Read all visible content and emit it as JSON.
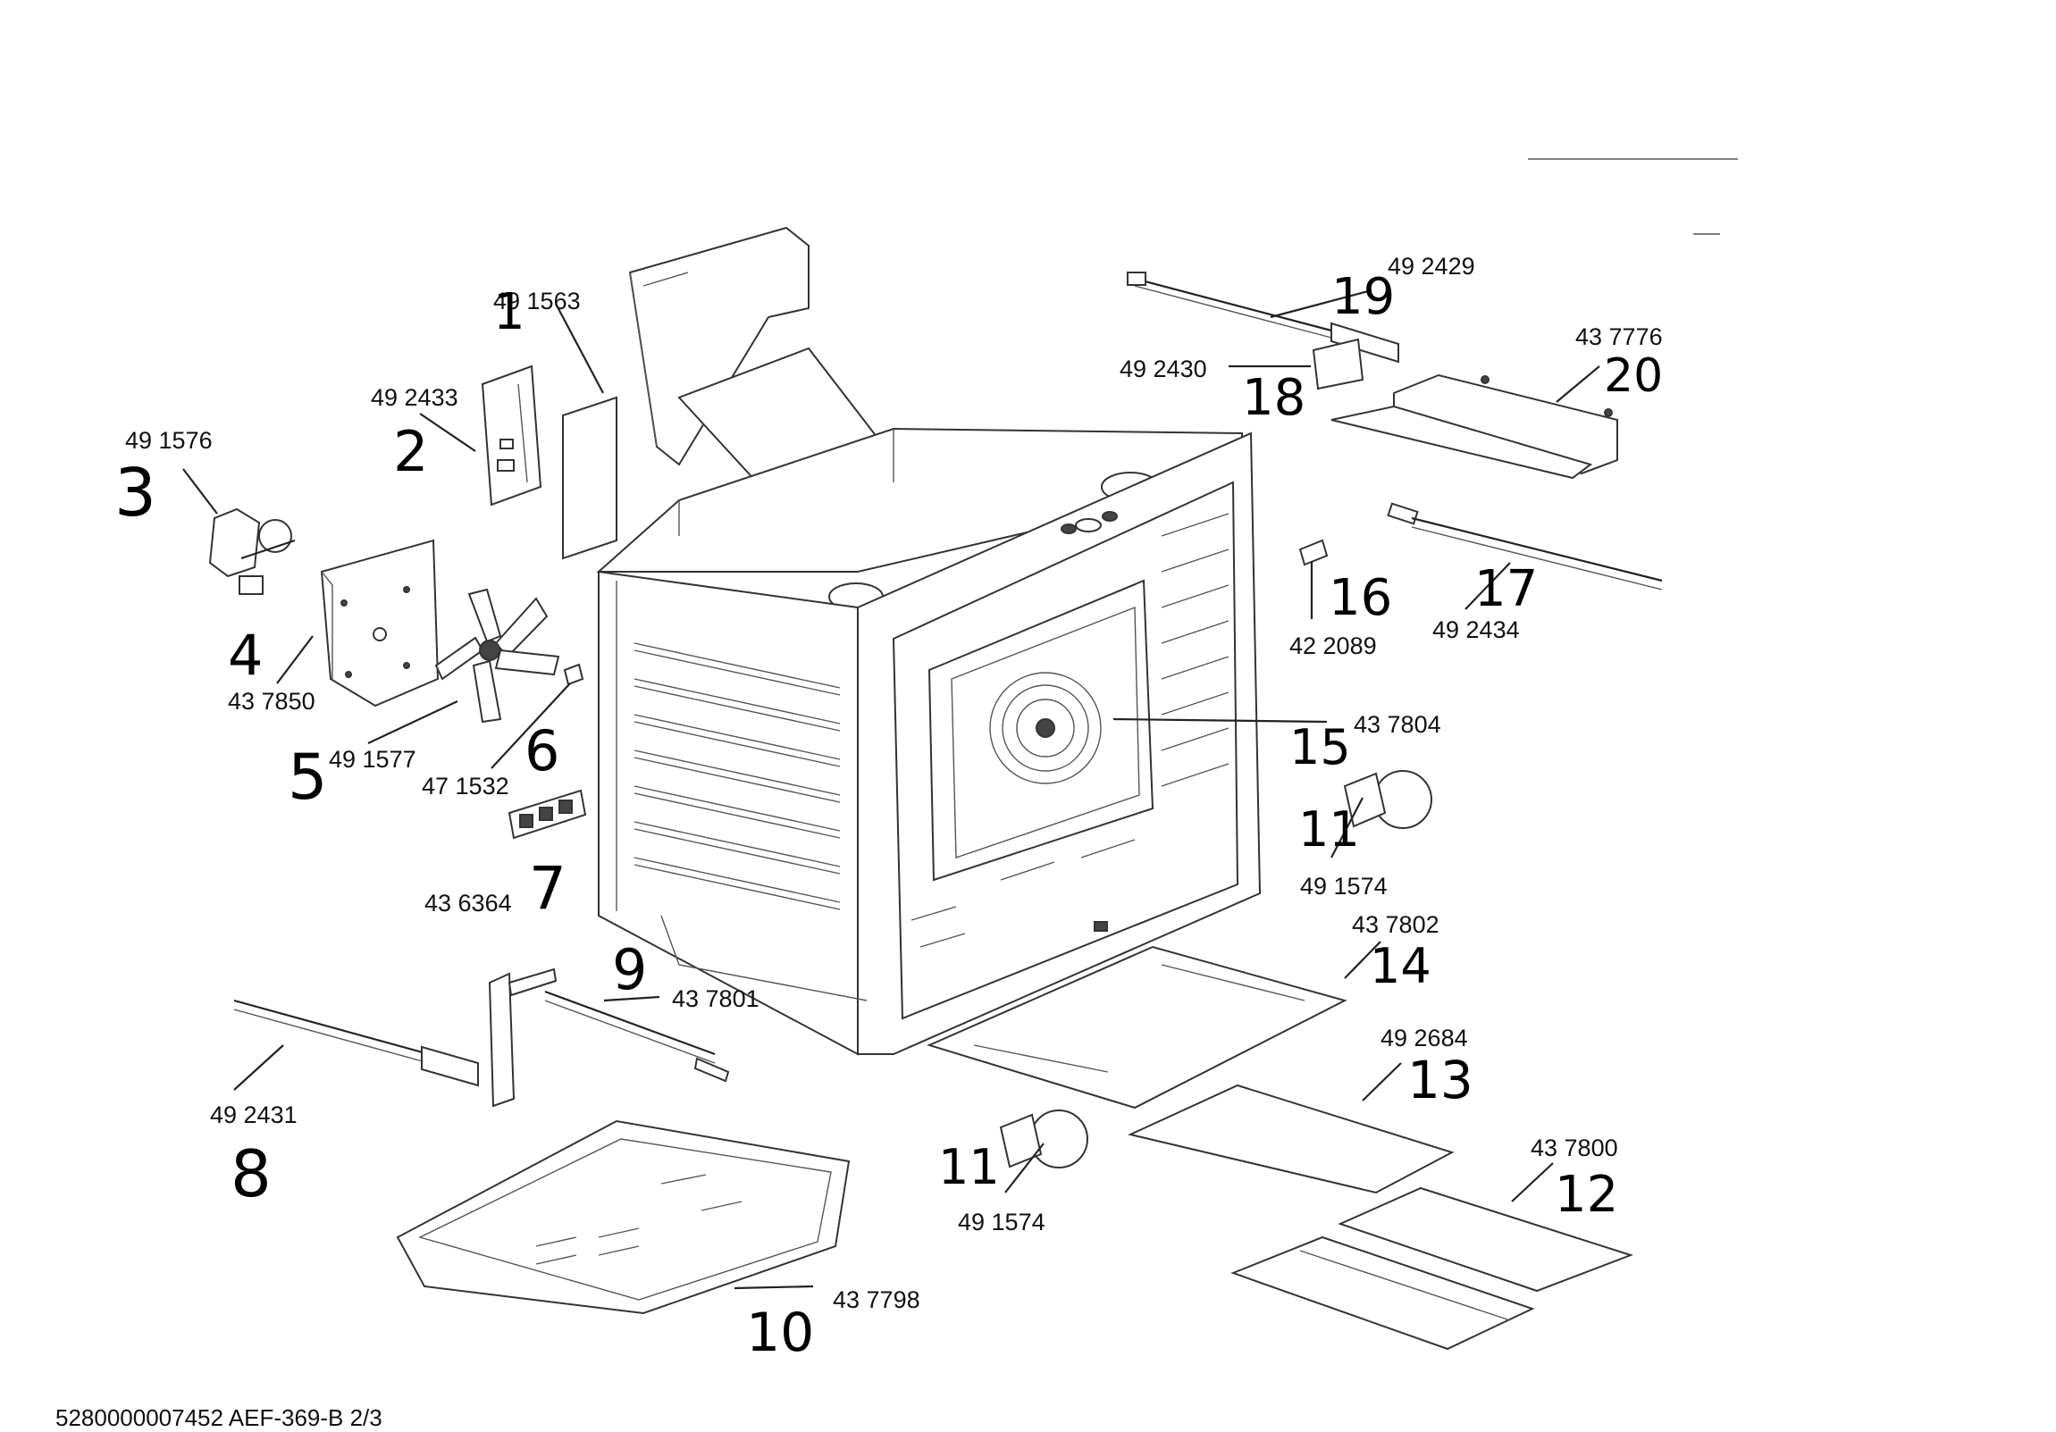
{
  "parts": [
    {
      "index": "1",
      "number": "49 1563"
    },
    {
      "index": "2",
      "number": "49 2433"
    },
    {
      "index": "3",
      "number": "49 1576"
    },
    {
      "index": "4",
      "number": "43 7850"
    },
    {
      "index": "5",
      "number": "49 1577"
    },
    {
      "index": "6",
      "number": "47 1532"
    },
    {
      "index": "7",
      "number": "43 6364"
    },
    {
      "index": "8",
      "number": "49 2431"
    },
    {
      "index": "9",
      "number": "43 7801"
    },
    {
      "index": "10",
      "number": "43 7798"
    },
    {
      "index": "11",
      "number": "49 1574"
    },
    {
      "index": "11",
      "number": "49 1574"
    },
    {
      "index": "12",
      "number": "43 7800"
    },
    {
      "index": "13",
      "number": "49 2684"
    },
    {
      "index": "14",
      "number": "43 7802"
    },
    {
      "index": "15",
      "number": "43 7804"
    },
    {
      "index": "16",
      "number": "42 2089"
    },
    {
      "index": "17",
      "number": "49 2434"
    },
    {
      "index": "18",
      "number": "49 2430"
    },
    {
      "index": "19",
      "number": "49 2429"
    },
    {
      "index": "20",
      "number": "43 7776"
    }
  ],
  "footer": "5280000007452 AEF-369-B 2/3"
}
